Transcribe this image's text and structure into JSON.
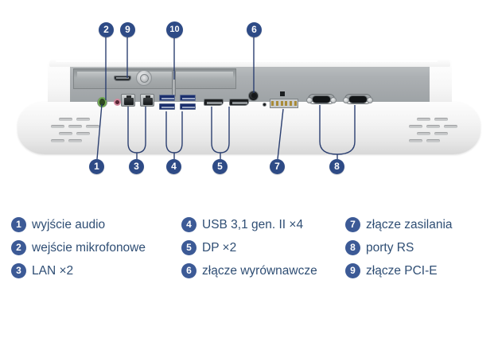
{
  "figure": {
    "kind": "product-io-panel-diagram",
    "device": "panel PC rear I/O",
    "colors": {
      "badge_photo": "#2e4b86",
      "badge_legend": "#3c5a96",
      "legend_text": "#2f4e74",
      "leader_line": "#2b3f70",
      "chassis": "#f4f4f4",
      "backplate": "#a4a8ab",
      "usb_blue": "#1b2f6e",
      "audio_green": "#6ea84f",
      "mic_pink": "#d2879c",
      "background": "#ffffff"
    }
  },
  "callouts": [
    {
      "id": "1",
      "number": "1",
      "target": "audio-out-jack",
      "style": "line"
    },
    {
      "id": "2",
      "number": "2",
      "target": "mic-in-jack",
      "style": "line"
    },
    {
      "id": "3",
      "number": "3",
      "target": "lan-ports",
      "style": "bracket"
    },
    {
      "id": "4",
      "number": "4",
      "target": "usb-ports",
      "style": "bracket"
    },
    {
      "id": "5",
      "number": "5",
      "target": "displayport-ports",
      "style": "bracket"
    },
    {
      "id": "6",
      "number": "6",
      "target": "equipotential-connector",
      "style": "line"
    },
    {
      "id": "7",
      "number": "7",
      "target": "power-connector",
      "style": "line"
    },
    {
      "id": "8",
      "number": "8",
      "target": "rs-serial-ports",
      "style": "bracket"
    },
    {
      "id": "9",
      "number": "9",
      "target": "pci-e-connector",
      "style": "line"
    },
    {
      "id": "10",
      "number": "10",
      "target": "pci-e-slot-bracket",
      "style": "line"
    }
  ],
  "legend": {
    "columns": [
      {
        "items": [
          {
            "num": "1",
            "label": "wyjście audio"
          },
          {
            "num": "2",
            "label": "wejście mikrofonowe"
          },
          {
            "num": "3",
            "label": "LAN ×2"
          }
        ]
      },
      {
        "items": [
          {
            "num": "4",
            "label": "USB 3,1 gen. II ×4"
          },
          {
            "num": "5",
            "label": "DP ×2"
          },
          {
            "num": "6",
            "label": "złącze wyrównawcze"
          }
        ]
      },
      {
        "items": [
          {
            "num": "7",
            "label": "złącze zasilania"
          },
          {
            "num": "8",
            "label": "porty RS"
          },
          {
            "num": "9",
            "label": "złącze PCI-E"
          }
        ]
      }
    ]
  }
}
